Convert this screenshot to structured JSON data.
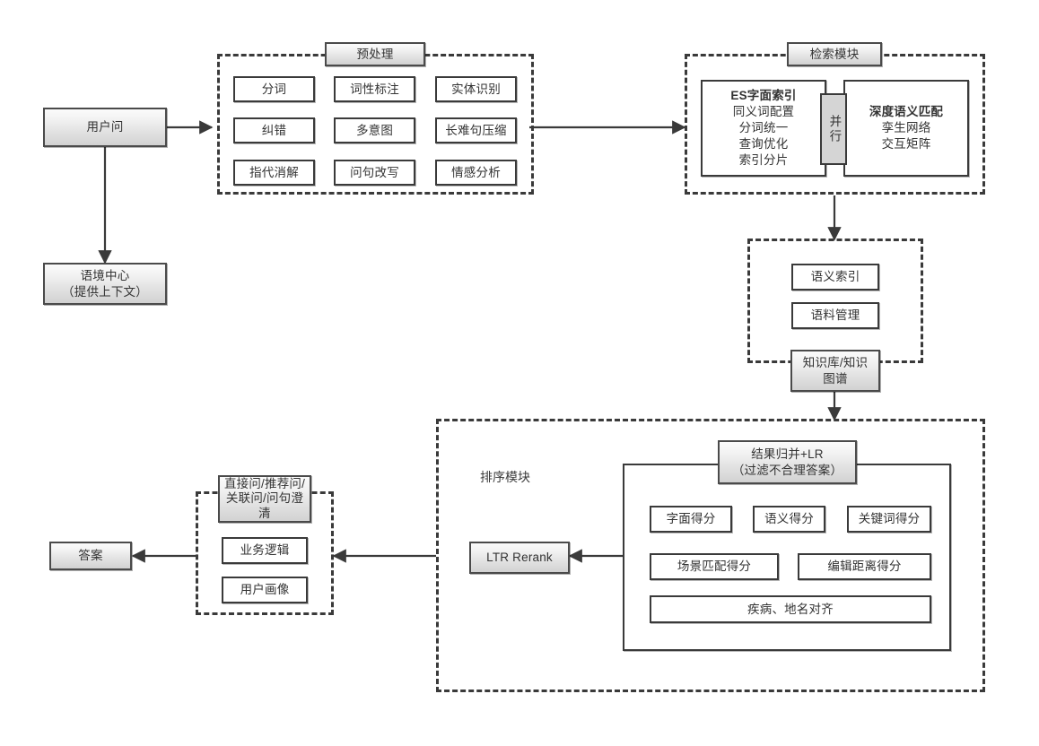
{
  "diagram": {
    "title_text_language": "zh",
    "colors": {
      "stroke": "#3a3a3a",
      "gray_fill": "#d5d5d5",
      "white_fill": "#ffffff",
      "text": "#333333"
    }
  },
  "input": {
    "user_question": "用户问",
    "context_center_line1": "语境中心",
    "context_center_line2": "（提供上下文）"
  },
  "preprocess": {
    "group_label": "预处理",
    "items": [
      "分词",
      "词性标注",
      "实体识别",
      "纠错",
      "多意图",
      "长难句压缩",
      "指代消解",
      "问句改写",
      "情感分析"
    ]
  },
  "retrieval": {
    "group_label": "检索模块",
    "parallel_label": "并行",
    "es": {
      "title": "ES字面索引",
      "lines": [
        "同义词配置",
        "分词统一",
        "查询优化",
        "索引分片"
      ]
    },
    "semantic": {
      "title": "深度语义匹配",
      "lines": [
        "孪生网络",
        "交互矩阵"
      ]
    }
  },
  "knowledge": {
    "items": [
      "语义索引",
      "语料管理"
    ],
    "kb_label_line1": "知识库/知识",
    "kb_label_line2": "图谱"
  },
  "ranking": {
    "group_label": "排序模块",
    "merge_line1": "结果归并+LR",
    "merge_line2": "（过滤不合理答案）",
    "ltr_label": "LTR Rerank",
    "scores_row1": [
      "字面得分",
      "语义得分",
      "关键词得分"
    ],
    "scores_row2": [
      "场景匹配得分",
      "编辑距离得分"
    ],
    "scores_row3": [
      "疾病、地名对齐"
    ]
  },
  "output": {
    "answer": "答案",
    "question_types_line1": "直接问/推荐问/",
    "question_types_line2": "关联问/问句澄",
    "question_types_line3": "清",
    "business_logic": "业务逻辑",
    "user_profile": "用户画像"
  }
}
